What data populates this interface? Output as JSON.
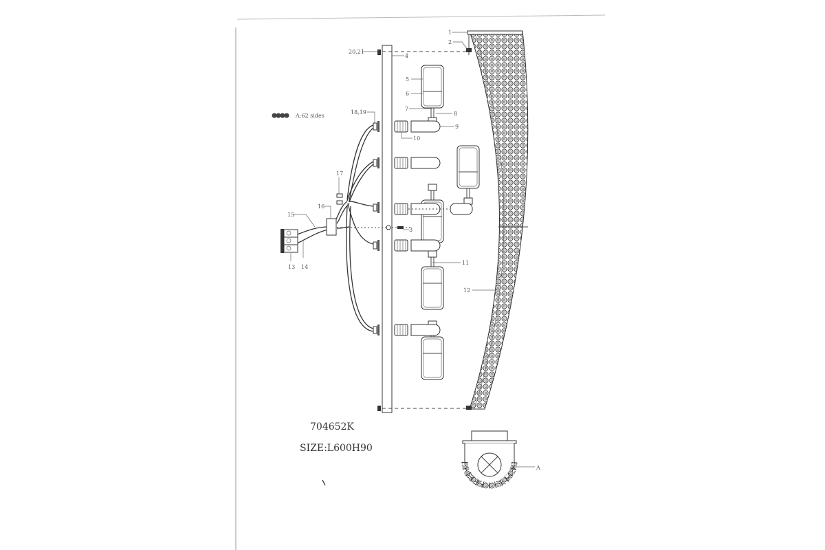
{
  "diagram": {
    "model_number": "704652K",
    "size": "SIZE:L600H90",
    "legend_text": "A:62  sides",
    "part_labels": {
      "p1": "1",
      "p2": "2",
      "p3": "3",
      "p4": "4",
      "p5": "5",
      "p6": "6",
      "p7": "7",
      "p8": "8",
      "p9": "9",
      "p10": "10",
      "p11": "11",
      "p12": "12",
      "p13": "13",
      "p14": "14",
      "p15": "15",
      "p16": "16",
      "p17": "17",
      "p18_19": "18,19",
      "p20_21": "20,21",
      "pA": "A"
    }
  }
}
